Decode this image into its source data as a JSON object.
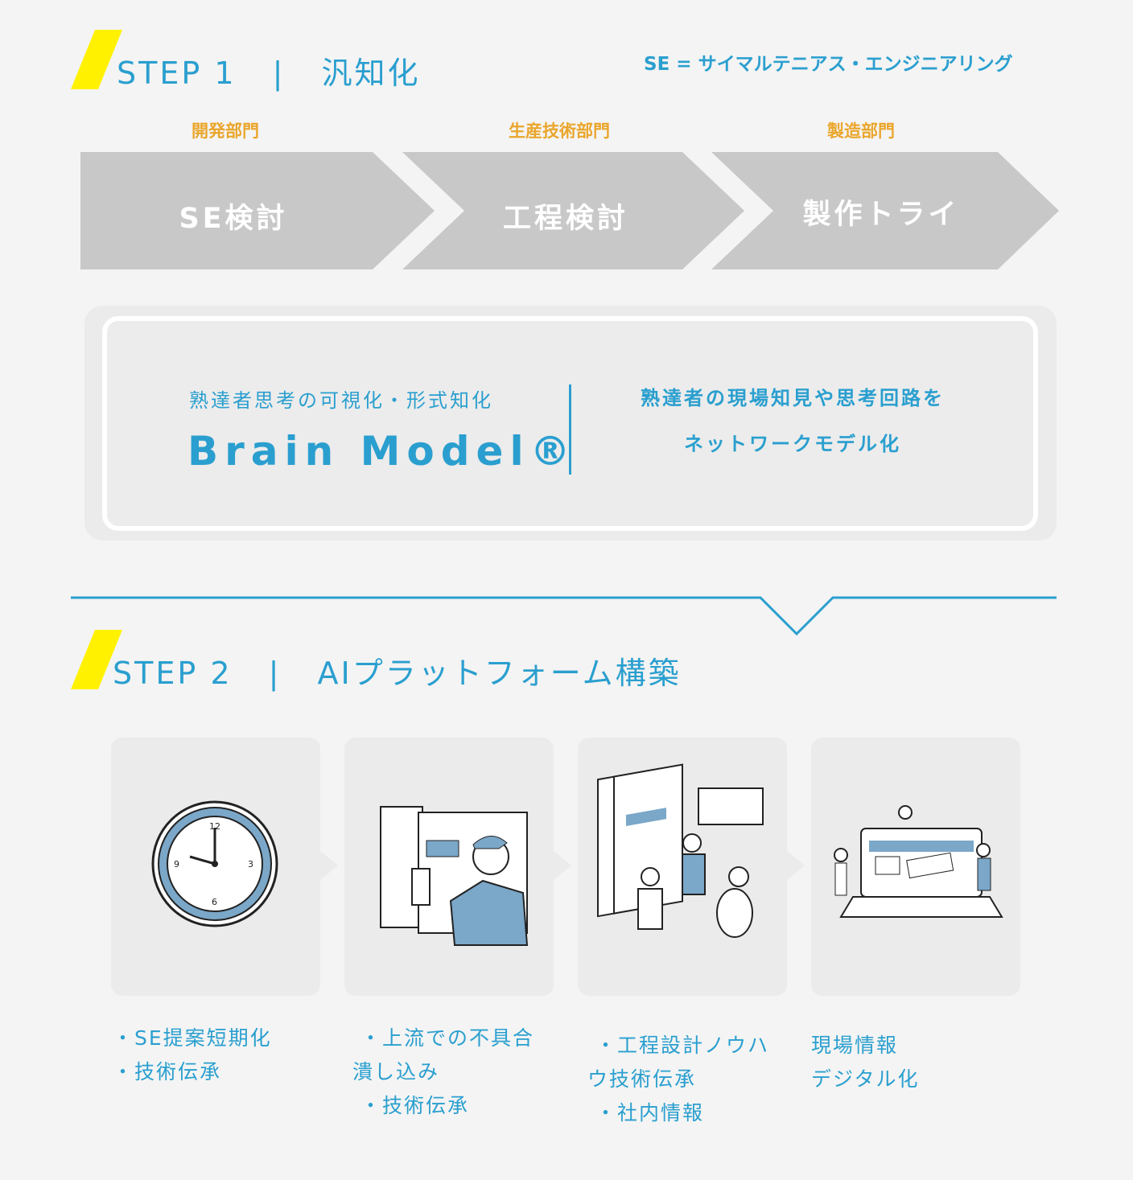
{
  "step1": {
    "label": "STEP 1",
    "separator": "|",
    "title": "汎知化"
  },
  "se_definition": "SE = サイマルテニアス・エンジニアリング",
  "process": [
    {
      "department": "開発部門",
      "label": "SE検討"
    },
    {
      "department": "生産技術部門",
      "label": "工程検討"
    },
    {
      "department": "製造部門",
      "label": "製作トライ"
    }
  ],
  "brain_model": {
    "subtitle": "熟達者思考の可視化・形式知化",
    "title": "Brain Model®",
    "description_line1": "熟達者の現場知見や思考回路を",
    "description_line2": "ネットワークモデル化"
  },
  "step2": {
    "label": "STEP 2",
    "separator": "|",
    "title": "AIプラットフォーム構築"
  },
  "cards": [
    {
      "icon": "clock-illustration",
      "text": "・SE提案短期化\n・技術伝承"
    },
    {
      "icon": "worker-panel-illustration",
      "text": " ・上流での不具合\n潰し込み\n ・技術伝承"
    },
    {
      "icon": "team-documents-illustration",
      "text": " ・工程設計ノウハ\nウ技術伝承\n ・社内情報"
    },
    {
      "icon": "laptop-team-illustration",
      "text": "現場情報\nデジタル化"
    }
  ],
  "colors": {
    "accent": "#2a9fcf",
    "department": "#eaa62c",
    "highlight": "#fff100",
    "arrow": "#c8c8c8"
  }
}
